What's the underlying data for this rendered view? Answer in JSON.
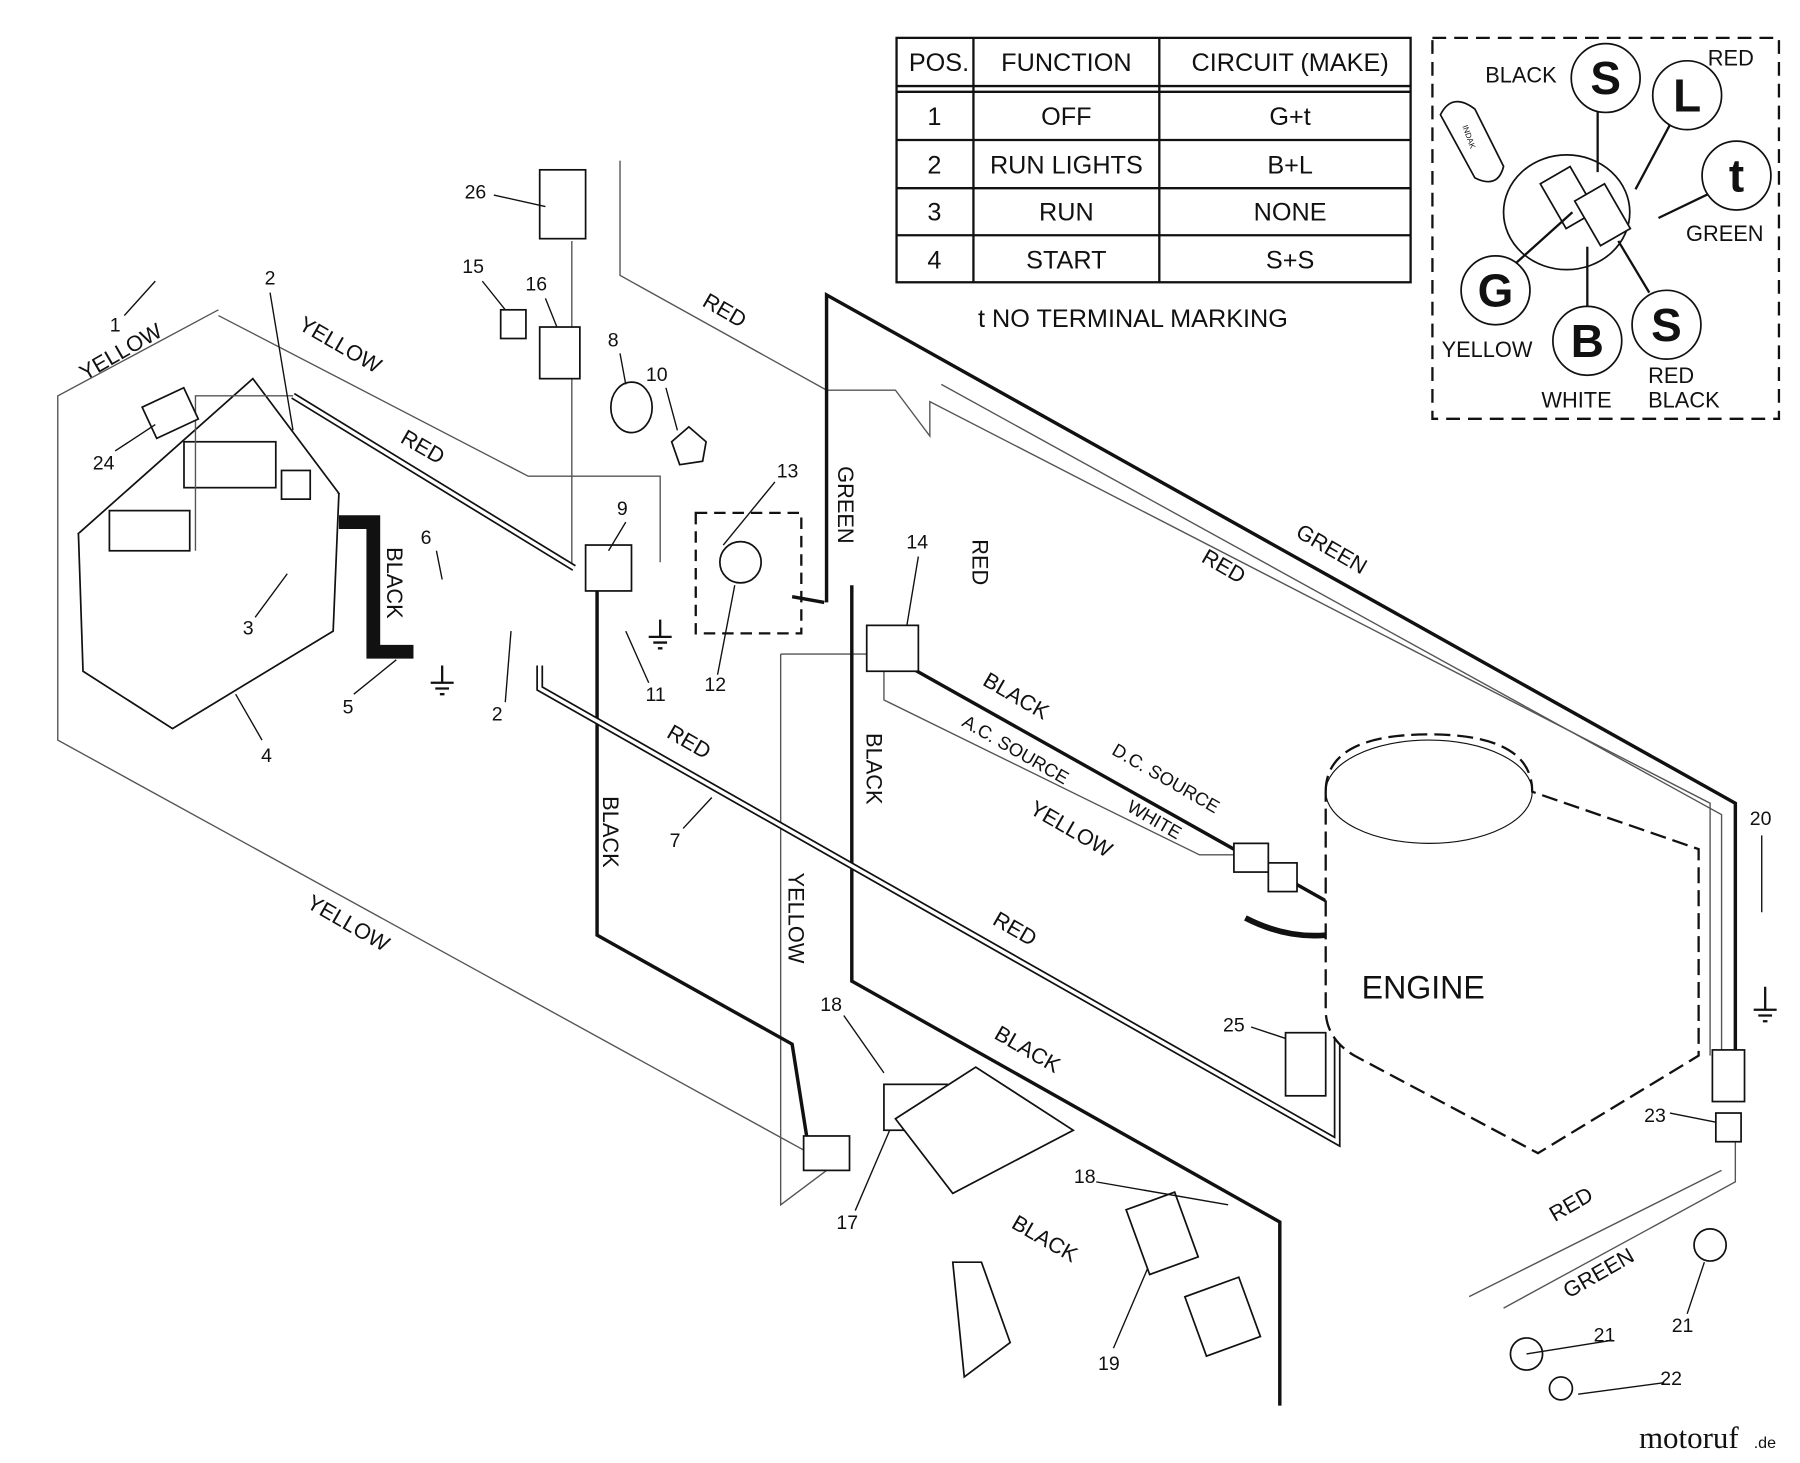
{
  "table": {
    "headers": [
      "POS.",
      "FUNCTION",
      "CIRCUIT  (MAKE)"
    ],
    "rows": [
      {
        "pos": "1",
        "function": "OFF",
        "circuit": "G+t"
      },
      {
        "pos": "2",
        "function": "RUN LIGHTS",
        "circuit": "B+L"
      },
      {
        "pos": "3",
        "function": "RUN",
        "circuit": "NONE"
      },
      {
        "pos": "4",
        "function": "START",
        "circuit": "S+S"
      }
    ],
    "footnote": "t  NO TERMINAL MARKING"
  },
  "switch_inset": {
    "terminals": [
      "S",
      "L",
      "t",
      "G",
      "B",
      "S"
    ],
    "colors": [
      "BLACK",
      "RED",
      "GREEN",
      "YELLOW",
      "WHITE",
      "RED",
      "BLACK"
    ],
    "key_brand": "INDAK"
  },
  "wire_labels": [
    "YELLOW",
    "YELLOW",
    "RED",
    "BLACK",
    "RED",
    "GREEN",
    "RED",
    "RED",
    "GREEN",
    "BLACK",
    "A.C. SOURCE",
    "D.C. SOURCE",
    "WHITE",
    "YELLOW",
    "BLACK",
    "RED",
    "BLACK",
    "YELLOW",
    "YELLOW",
    "RED",
    "BLACK",
    "BLACK",
    "RED",
    "GREEN"
  ],
  "engine_label": "ENGINE",
  "callouts": [
    "1",
    "2",
    "24",
    "3",
    "4",
    "5",
    "6",
    "2",
    "9",
    "11",
    "26",
    "15",
    "16",
    "8",
    "10",
    "13",
    "12",
    "14",
    "7",
    "18",
    "17",
    "18",
    "19",
    "25",
    "20",
    "23",
    "21",
    "21",
    "22"
  ],
  "watermark": {
    "main": "motoruf",
    "suffix": ".de"
  }
}
